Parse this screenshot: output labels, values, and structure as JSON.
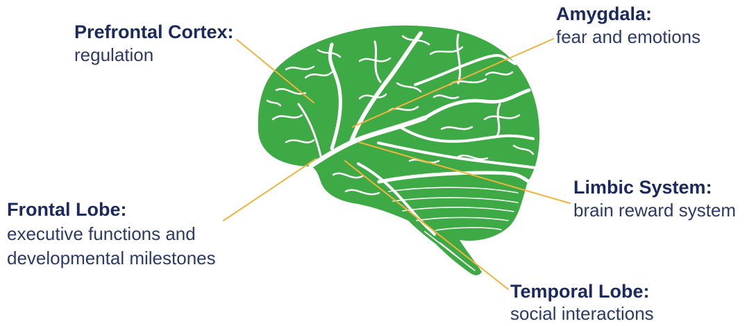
{
  "diagram": {
    "illustration": "brain-illustration",
    "colors": {
      "background": "#ffffff",
      "brain": "#3daa45",
      "sulci": "#ffffff",
      "leader_line": "#f2b33d",
      "title_text": "#1b2a5e",
      "description_text": "#2b3a67"
    }
  },
  "labels": {
    "prefrontal_cortex": {
      "title": "Prefrontal Cortex:",
      "description": "regulation"
    },
    "amygdala": {
      "title": "Amygdala:",
      "description": "fear and emotions"
    },
    "limbic_system": {
      "title": "Limbic System:",
      "description": "brain reward system"
    },
    "frontal_lobe": {
      "title": "Frontal Lobe:",
      "description": [
        "executive functions and",
        "developmental milestones"
      ]
    },
    "temporal_lobe": {
      "title": "Temporal Lobe:",
      "description": "social interactions"
    }
  }
}
